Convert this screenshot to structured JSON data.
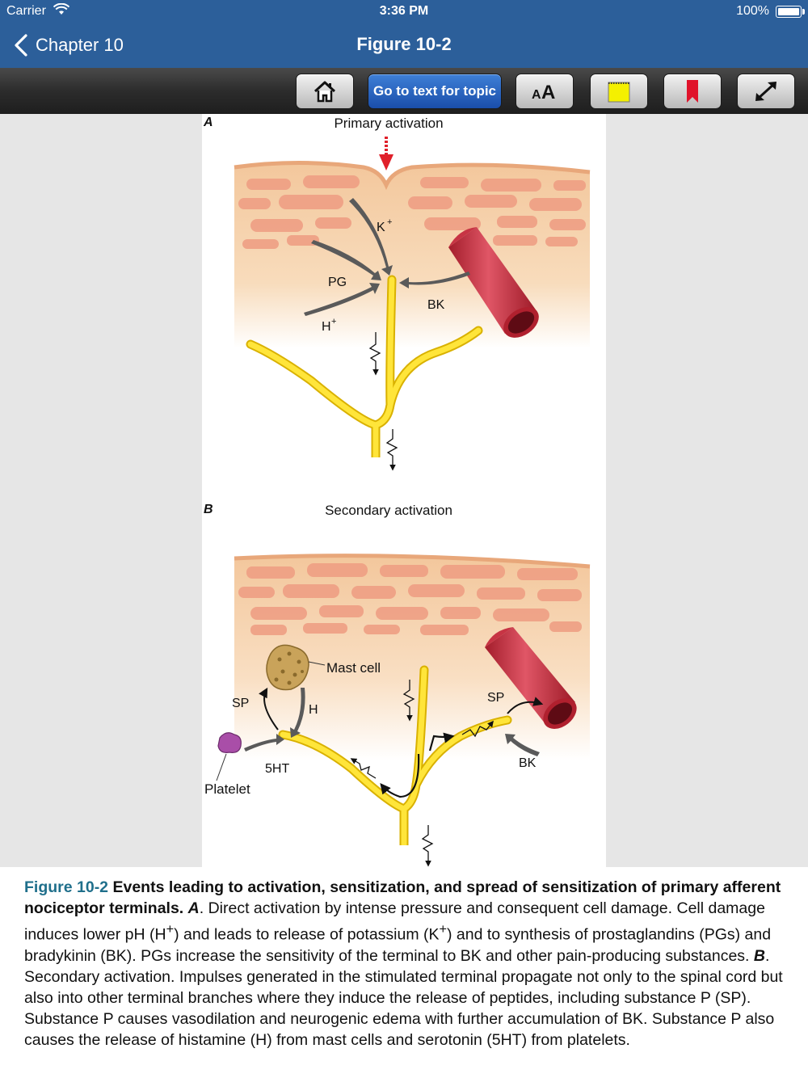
{
  "status_bar": {
    "carrier": "Carrier",
    "time": "3:36 PM",
    "battery": "100%"
  },
  "nav": {
    "back_label": "Chapter 10",
    "title": "Figure 10-2"
  },
  "toolbar": {
    "home_icon": "home-icon",
    "go_to_text_label": "Go to text for topic",
    "font_size_label": "AA",
    "note_icon": "sticky-note-icon",
    "bookmark_icon": "bookmark-icon",
    "expand_icon": "expand-icon"
  },
  "figure": {
    "panel_a": {
      "letter": "A",
      "title": "Primary activation",
      "labels": {
        "k": "K",
        "pg": "PG",
        "bk": "BK",
        "h": "H"
      }
    },
    "panel_b": {
      "letter": "B",
      "title": "Secondary activation",
      "labels": {
        "mast_cell": "Mast cell",
        "sp_left": "SP",
        "h": "H",
        "sp_right": "SP",
        "five_ht": "5HT",
        "bk": "BK",
        "platelet": "Platelet"
      }
    }
  },
  "caption": {
    "label": "Figure 10-2",
    "title": "Events leading to activation, sensitization, and spread of sensitization of primary afferent nociceptor terminals.",
    "a_letter": "A",
    "a_text_1": ". Direct activation by intense pressure and consequent cell damage. Cell damage induces lower pH (H",
    "a_text_2": ") and leads to release of potassium (K",
    "a_text_3": ") and to synthesis of prostaglandins (PGs) and bradykinin (BK). PGs increase the sensitivity of the terminal to BK and other pain-producing substances. ",
    "b_letter": "B",
    "b_text": ". Secondary activation. Impulses generated in the stimulated terminal propagate not only to the spinal cord but also into other terminal branches where they induce the release of peptides, including substance P (SP). Substance P causes vasodilation and neurogenic edema with further accumulation of BK. Substance P also causes the release of histamine (H) from mast cells and serotonin (5HT) from platelets.",
    "plus": "+"
  }
}
